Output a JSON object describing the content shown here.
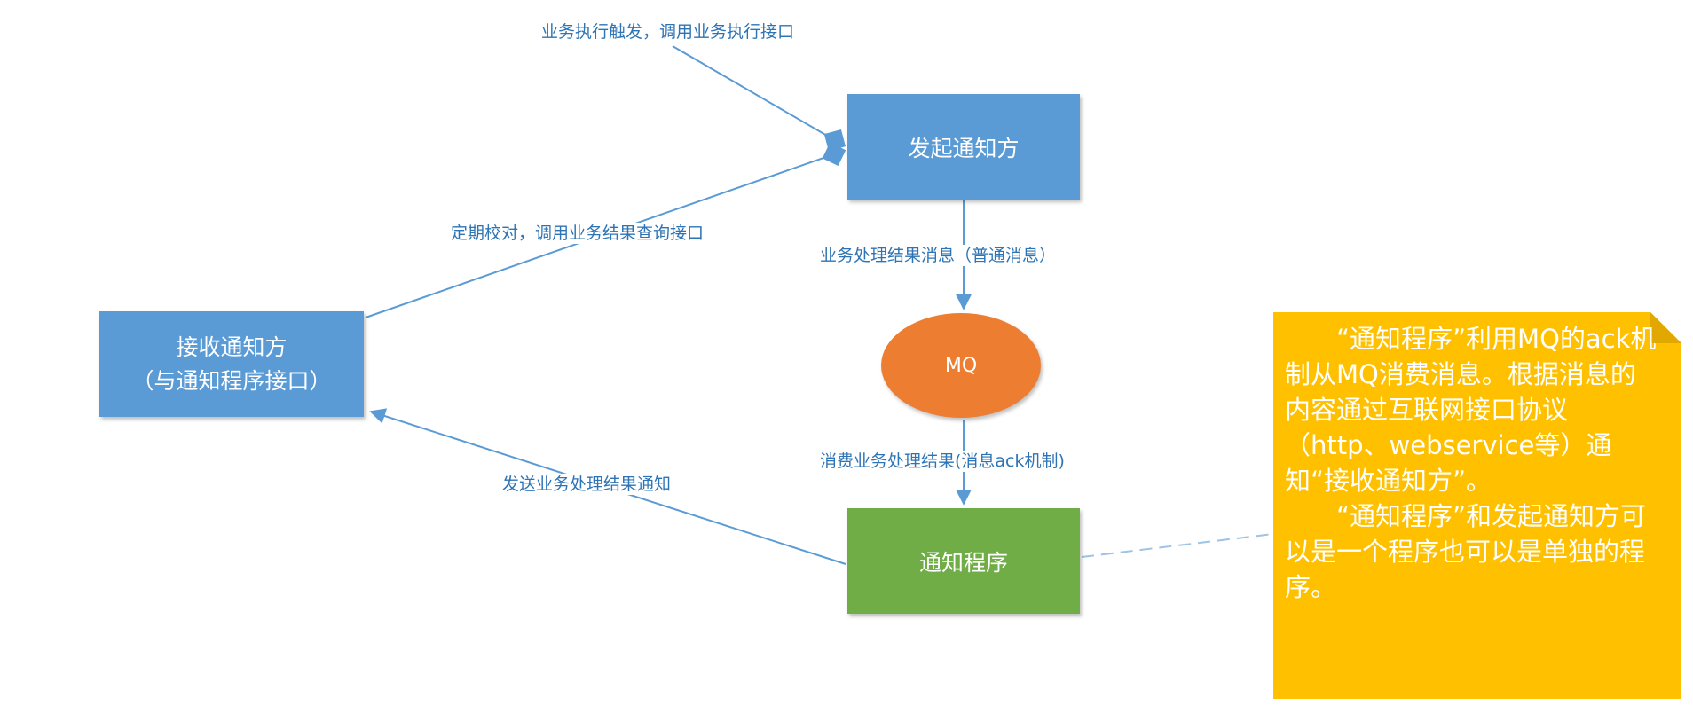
{
  "nodes": {
    "initiator": "发起通知方",
    "receiver_line1": "接收通知方",
    "receiver_line2": "（与通知程序接口）",
    "mq": "MQ",
    "notifier": "通知程序"
  },
  "edges": {
    "trigger": "业务执行触发，调用业务执行接口",
    "reconcile": "定期校对，调用业务结果查询接口",
    "result_message": "业务处理结果消息（普通消息）",
    "consume": "消费业务处理结果(消息ack机制)",
    "send_notification": "发送业务处理结果通知"
  },
  "note": {
    "paragraph1": "“通知程序”利用MQ的ack机制从MQ消费消息。根据消息的内容通过互联网接口协议（http、webservice等）通知“接收通知方”。",
    "paragraph2": "“通知程序”和发起通知方可以是一个程序也可以是单独的程序。"
  },
  "colors": {
    "blue": "#5b9bd5",
    "green": "#70ad47",
    "orange": "#ed7d31",
    "note": "#ffc000",
    "line": "#5b9bd5"
  }
}
